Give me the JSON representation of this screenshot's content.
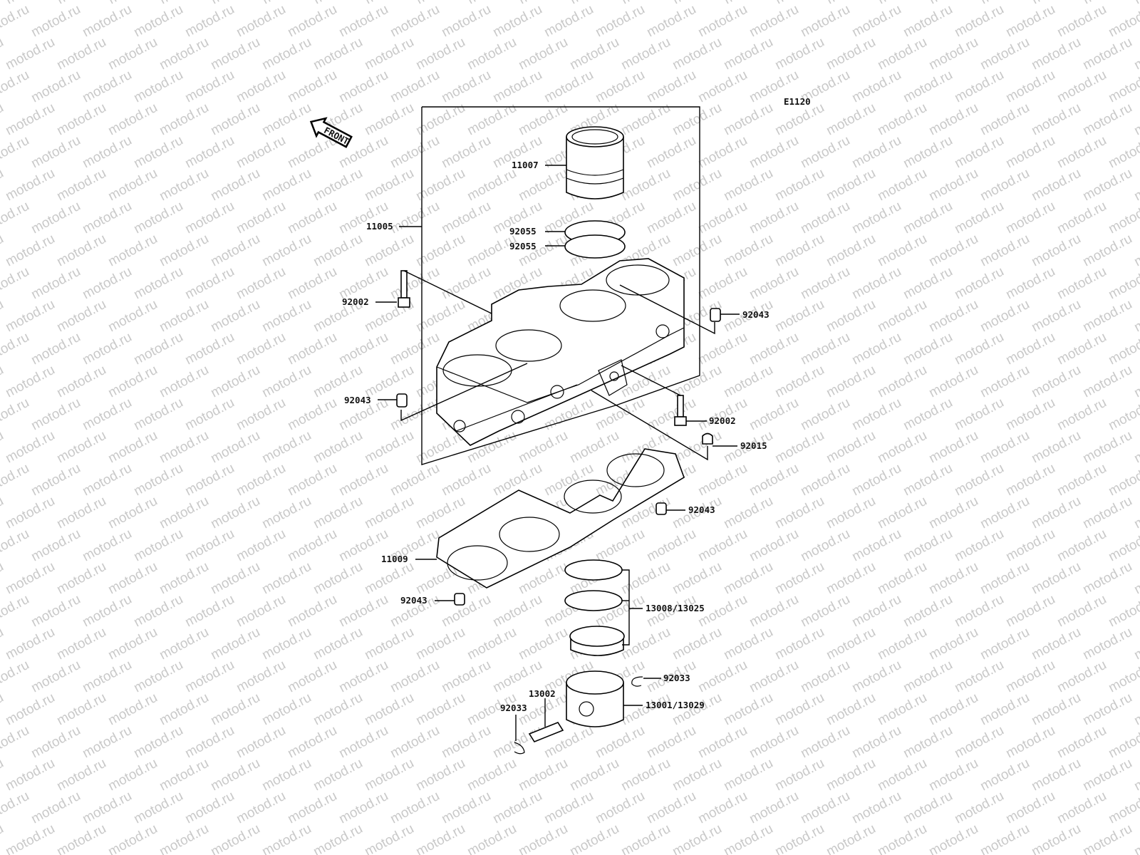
{
  "diagram": {
    "code": "E1120",
    "front_arrow": "FRONT",
    "watermark": "motod.ru",
    "callouts": {
      "cylinder_liner": "11007",
      "cylinder_block": "11005",
      "o_ring_upper": "92055",
      "o_ring_lower": "92055",
      "bolt_left": "92002",
      "dowel_right": "92043",
      "dowel_left": "92043",
      "bolt_right": "92002",
      "cap_nut": "92015",
      "dowel_gasket": "92043",
      "base_gasket": "11009",
      "dowel_bottom": "92043",
      "ring_set": "13008/13025",
      "circlip_right": "92033",
      "piston": "13001/13029",
      "piston_pin": "13002",
      "circlip_left": "92033"
    }
  }
}
